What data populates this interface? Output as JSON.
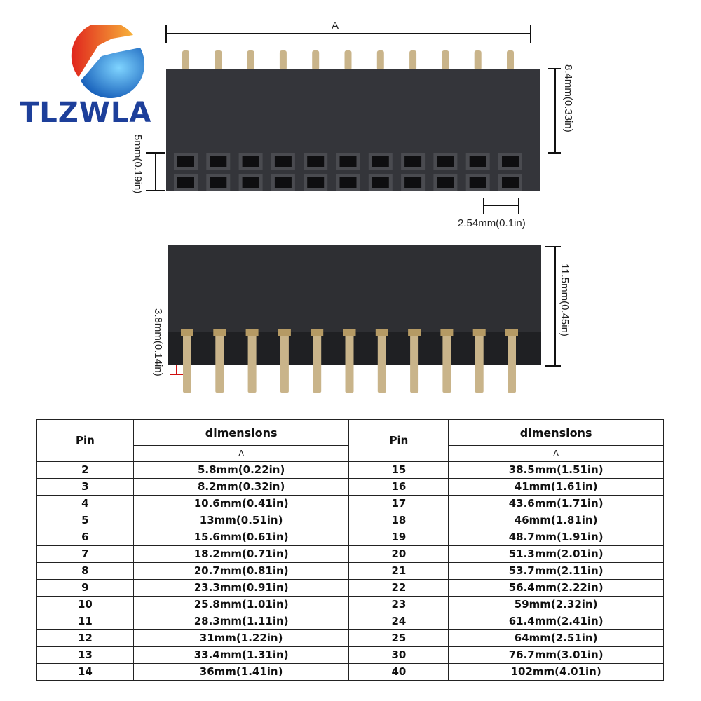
{
  "brand": {
    "name": "TLZWLA"
  },
  "dimensions": {
    "length_label": "A",
    "pin_height": "8.4mm(0.33in)",
    "socket_depth": "5mm(0.19in)",
    "pitch": "2.54mm(0.1in)",
    "body_height": "11.5mm(0.45in)",
    "pin_length": "3.8mm(0.14in)"
  },
  "table": {
    "pin_header": "Pin",
    "dimensions_header": "dimensions",
    "sub_header": "A",
    "left_rows": [
      [
        "2",
        "5.8mm(0.22in)"
      ],
      [
        "3",
        "8.2mm(0.32in)"
      ],
      [
        "4",
        "10.6mm(0.41in)"
      ],
      [
        "5",
        "13mm(0.51in)"
      ],
      [
        "6",
        "15.6mm(0.61in)"
      ],
      [
        "7",
        "18.2mm(0.71in)"
      ],
      [
        "8",
        "20.7mm(0.81in)"
      ],
      [
        "9",
        "23.3mm(0.91in)"
      ],
      [
        "10",
        "25.8mm(1.01in)"
      ],
      [
        "11",
        "28.3mm(1.11in)"
      ],
      [
        "12",
        "31mm(1.22in)"
      ],
      [
        "13",
        "33.4mm(1.31in)"
      ],
      [
        "14",
        "36mm(1.41in)"
      ]
    ],
    "right_rows": [
      [
        "15",
        "38.5mm(1.51in)"
      ],
      [
        "16",
        "41mm(1.61in)"
      ],
      [
        "17",
        "43.6mm(1.71in)"
      ],
      [
        "18",
        "46mm(1.81in)"
      ],
      [
        "19",
        "48.7mm(1.91in)"
      ],
      [
        "20",
        "51.3mm(2.01in)"
      ],
      [
        "21",
        "53.7mm(2.11in)"
      ],
      [
        "22",
        "56.4mm(2.22in)"
      ],
      [
        "23",
        "59mm(2.32in)"
      ],
      [
        "24",
        "61.4mm(2.41in)"
      ],
      [
        "25",
        "64mm(2.51in)"
      ],
      [
        "30",
        "76.7mm(3.01in)"
      ],
      [
        "40",
        "102mm(4.01in)"
      ]
    ]
  },
  "colors": {
    "brand_blue": "#1d3f9a",
    "body": "#2e2f33",
    "pin": "#c9b48a",
    "marker": "#d01010"
  }
}
